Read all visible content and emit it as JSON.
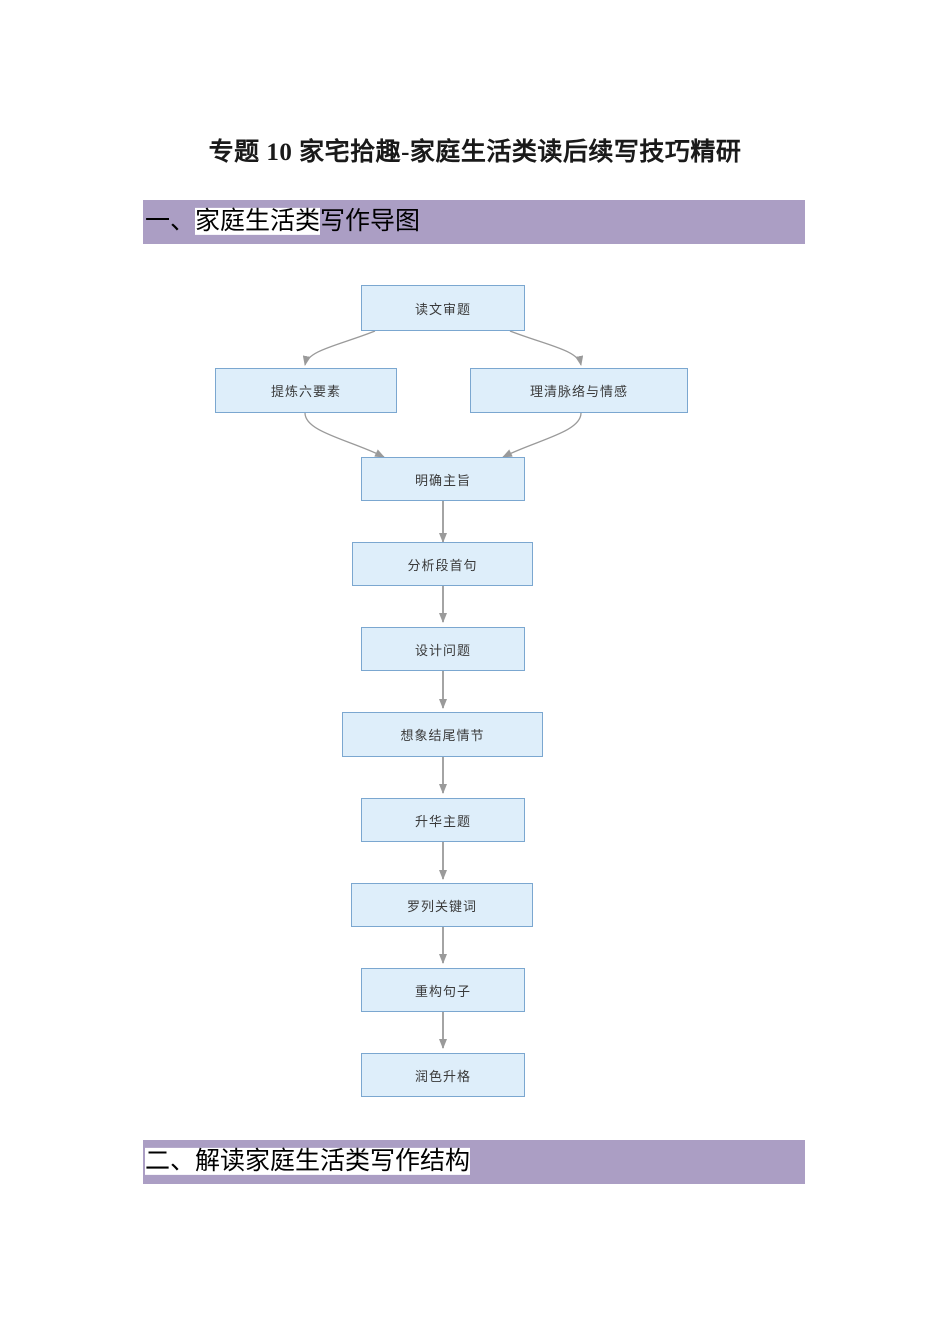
{
  "document": {
    "title": "专题 10 家宅拾趣-家庭生活类读后续写技巧精研",
    "page_background": "#ffffff"
  },
  "sections": [
    {
      "id": "section-1",
      "number": "一、",
      "highlight_text": "家庭生活类",
      "tail_text": "写作导图",
      "full_text": "一、家庭生活类写作导图",
      "band_color": "#ab9ec4",
      "highlight_color": "#ffffff"
    },
    {
      "id": "section-2",
      "number": "二、解读",
      "highlight_text": "家庭生活类",
      "tail_text": "写作结构",
      "full_text": "二、解读家庭生活类写作结构",
      "band_color": "#ab9ec4",
      "highlight_color": "#ffffff"
    }
  ],
  "flowchart": {
    "title": "家庭生活类写作导图",
    "node_fill": "#deeefa",
    "node_border": "#7ba7d0",
    "connector_color": "#9a9a9a",
    "nodes": [
      {
        "id": "n1",
        "label": "读文审题"
      },
      {
        "id": "n2",
        "label": "提炼六要素"
      },
      {
        "id": "n3",
        "label": "理清脉络与情感"
      },
      {
        "id": "n4",
        "label": "明确主旨"
      },
      {
        "id": "n5",
        "label": "分析段首句"
      },
      {
        "id": "n6",
        "label": "设计问题"
      },
      {
        "id": "n7",
        "label": "想象结尾情节"
      },
      {
        "id": "n8",
        "label": "升华主题"
      },
      {
        "id": "n9",
        "label": "罗列关键词"
      },
      {
        "id": "n10",
        "label": "重构句子"
      },
      {
        "id": "n11",
        "label": "润色升格"
      }
    ],
    "edges": [
      {
        "from": "n1",
        "to": "n2",
        "style": "curved"
      },
      {
        "from": "n1",
        "to": "n3",
        "style": "curved"
      },
      {
        "from": "n2",
        "to": "n4",
        "style": "curved"
      },
      {
        "from": "n3",
        "to": "n4",
        "style": "curved"
      },
      {
        "from": "n4",
        "to": "n5",
        "style": "straight"
      },
      {
        "from": "n5",
        "to": "n6",
        "style": "straight"
      },
      {
        "from": "n6",
        "to": "n7",
        "style": "straight"
      },
      {
        "from": "n7",
        "to": "n8",
        "style": "straight"
      },
      {
        "from": "n8",
        "to": "n9",
        "style": "straight"
      },
      {
        "from": "n9",
        "to": "n10",
        "style": "straight"
      },
      {
        "from": "n10",
        "to": "n11",
        "style": "straight"
      }
    ]
  }
}
